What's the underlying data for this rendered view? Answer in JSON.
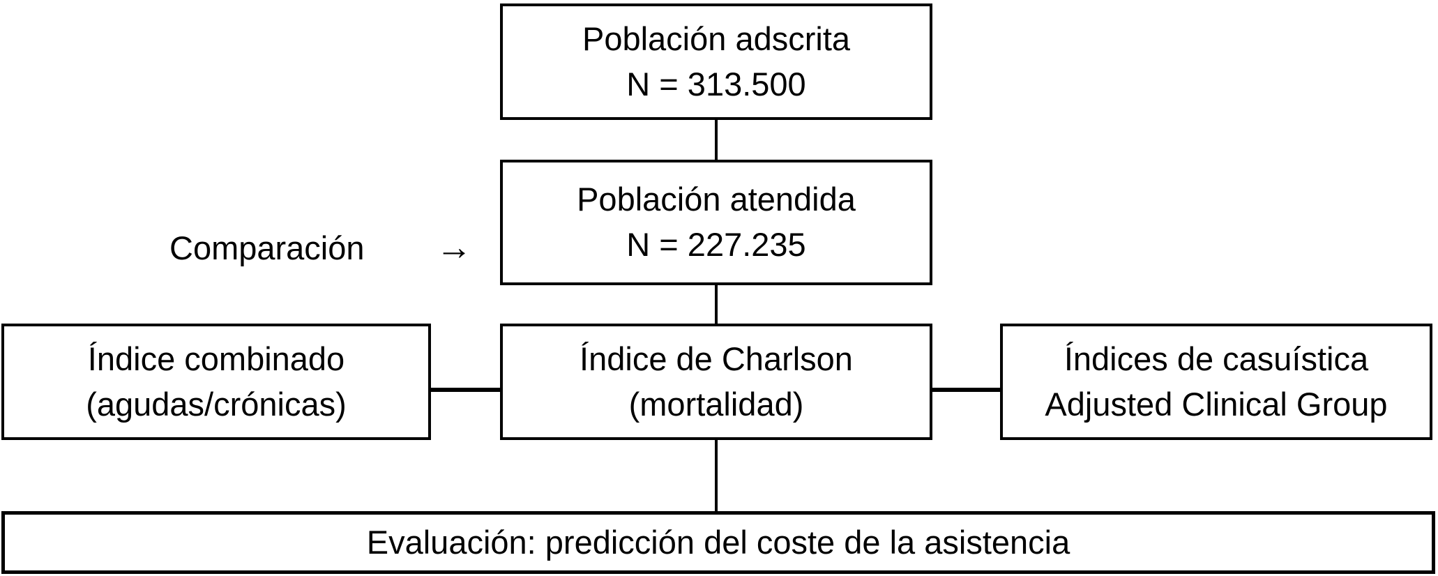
{
  "colors": {
    "background": "#ffffff",
    "foreground": "#000000"
  },
  "nodes": {
    "poblacion_adscrita": {
      "line1": "Población adscrita",
      "line2": "N = 313.500"
    },
    "poblacion_atendida": {
      "line1": "Población atendida",
      "line2": "N = 227.235"
    },
    "indice_combinado": {
      "line1": "Índice combinado",
      "line2": "(agudas/crónicas)"
    },
    "indice_charlson": {
      "line1": "Índice de Charlson",
      "line2": "(mortalidad)"
    },
    "indices_casuistica": {
      "line1": "Índices de casuística",
      "line2": "Adjusted Clinical Group"
    },
    "evaluacion": {
      "line1": "Evaluación: predicción del coste de la asistencia"
    }
  },
  "comparison": {
    "label": "Comparación",
    "arrow": "→"
  }
}
